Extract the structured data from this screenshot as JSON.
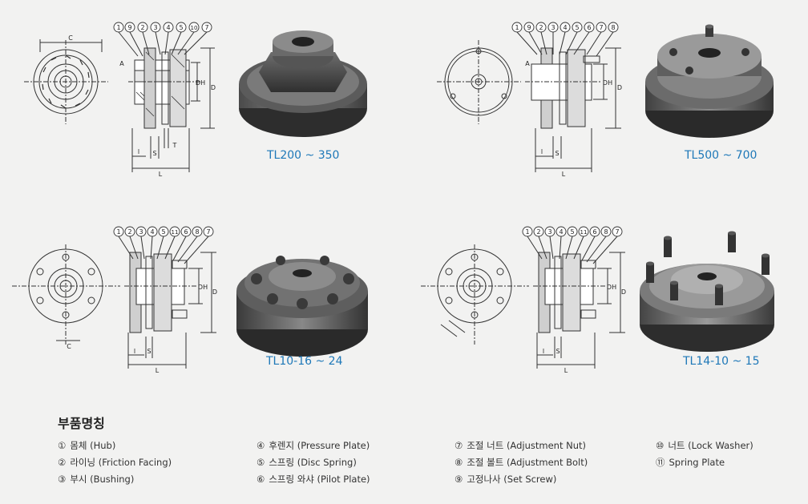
{
  "products": [
    {
      "model": "TL200 ~ 350",
      "callouts": [
        "1",
        "9",
        "2",
        "3",
        "4",
        "5",
        "10",
        "7"
      ]
    },
    {
      "model": "TL500 ~ 700",
      "callouts": [
        "1",
        "9",
        "2",
        "3",
        "4",
        "5",
        "6",
        "7",
        "8"
      ]
    },
    {
      "model": "TL10-16 ~ 24",
      "callouts": [
        "1",
        "2",
        "3",
        "4",
        "5",
        "11",
        "6",
        "8",
        "7"
      ]
    },
    {
      "model": "TL14-10 ~ 15",
      "callouts": [
        "1",
        "2",
        "3",
        "4",
        "5",
        "11",
        "6",
        "8",
        "7"
      ]
    }
  ],
  "dimension_labels": {
    "c": "C",
    "a": "A",
    "dh": "DH",
    "d": "D",
    "l": "L",
    "s": "S",
    "t": "T",
    "l_small": "l"
  },
  "legend": {
    "title": "부품명칭",
    "items": [
      {
        "num": "①",
        "text": "몸체 (Hub)"
      },
      {
        "num": "②",
        "text": "라이닝 (Friction Facing)"
      },
      {
        "num": "③",
        "text": "부시 (Bushing)"
      },
      {
        "num": "④",
        "text": "후렌지 (Pressure Plate)"
      },
      {
        "num": "⑤",
        "text": "스프링 (Disc Spring)"
      },
      {
        "num": "⑥",
        "text": "스프링 와샤 (Pilot Plate)"
      },
      {
        "num": "⑦",
        "text": "조절 너트 (Adjustment Nut)"
      },
      {
        "num": "⑧",
        "text": "조절 볼트 (Adjustment Bolt)"
      },
      {
        "num": "⑨",
        "text": "고정나사 (Set Screw)"
      },
      {
        "num": "⑩",
        "text": "너트 (Lock Washer)"
      },
      {
        "num": "⑪",
        "text": "Spring Plate"
      }
    ]
  }
}
